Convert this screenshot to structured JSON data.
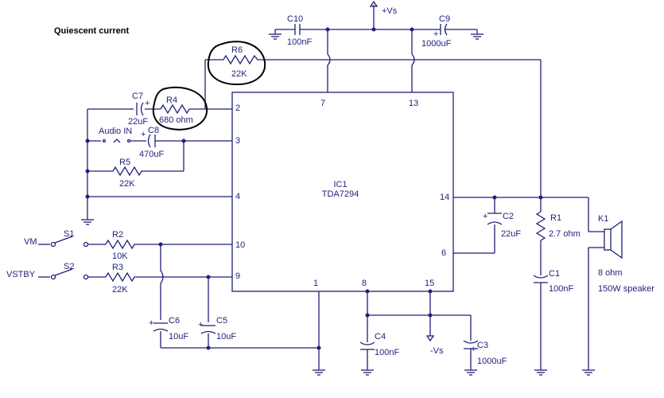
{
  "title": "Quiescent current",
  "colors": {
    "wire": "#1f1f7a",
    "highlight_circle": "#000000",
    "background": "#ffffff"
  },
  "ic": {
    "ref": "IC1",
    "part": "TDA7294"
  },
  "pins": {
    "p1": "1",
    "p2": "2",
    "p3": "3",
    "p4": "4",
    "p6": "6",
    "p7": "7",
    "p8": "8",
    "p9": "9",
    "p10": "10",
    "p13": "13",
    "p14": "14",
    "p15": "15"
  },
  "supply": {
    "pos": "+Vs",
    "neg": "-Vs"
  },
  "signals": {
    "audio_in": "Audio IN",
    "vm": "VM",
    "vstby": "VSTBY"
  },
  "components": {
    "c10": {
      "ref": "C10",
      "value": "100nF"
    },
    "c9": {
      "ref": "C9",
      "value": "1000uF"
    },
    "r6": {
      "ref": "R6",
      "value": "22K"
    },
    "c7": {
      "ref": "C7",
      "value": "22uF"
    },
    "r4": {
      "ref": "R4",
      "value": "680 ohm"
    },
    "c8": {
      "ref": "C8",
      "value": "470uF"
    },
    "r5": {
      "ref": "R5",
      "value": "22K"
    },
    "s1": {
      "ref": "S1"
    },
    "s2": {
      "ref": "S2"
    },
    "r2": {
      "ref": "R2",
      "value": "10K"
    },
    "r3": {
      "ref": "R3",
      "value": "22K"
    },
    "c6": {
      "ref": "C6",
      "value": "10uF"
    },
    "c5": {
      "ref": "C5",
      "value": "10uF"
    },
    "c4": {
      "ref": "C4",
      "value": "100nF"
    },
    "c3": {
      "ref": "C3",
      "value": "1000uF"
    },
    "c2": {
      "ref": "C2",
      "value": "22uF"
    },
    "r1": {
      "ref": "R1",
      "value": "2.7 ohm"
    },
    "c1": {
      "ref": "C1",
      "value": "100nF"
    },
    "k1": {
      "ref": "K1",
      "value": "8 ohm",
      "note": "150W speaker"
    }
  },
  "polarity": "+"
}
